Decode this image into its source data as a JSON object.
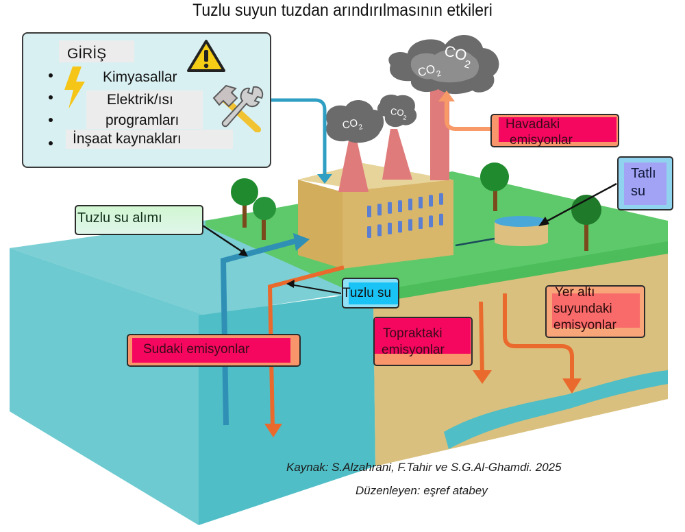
{
  "title": "Tuzlu suyun tuzdan arındırılmasının etkileri",
  "inputs_box": {
    "heading": "GİRİŞ",
    "items": [
      "Kimyasallar",
      "Elektrik/ısı",
      "programları",
      "İnşaat kaynakları"
    ],
    "icons": [
      "warning-icon",
      "lightning-icon",
      "hammer-icon",
      "wrench-icon"
    ]
  },
  "smoke_labels": [
    "CO2",
    "CO2",
    "CO2",
    "CO2"
  ],
  "labels": {
    "air_emissions": [
      "Havadaki",
      "emisyonlar"
    ],
    "fresh_water": [
      "Tatlı",
      "su"
    ],
    "saltwater_intake": "Tuzlu su alımı",
    "brine": "Tuzlu su",
    "water_emissions": "Sudaki emisyonlar",
    "soil_emissions": [
      "Topraktaki",
      "emisyonlar"
    ],
    "groundwater_emissions": [
      "Yer altı",
      "suyundaki",
      "emisyonlar"
    ]
  },
  "credits": {
    "source": "Kaynak: S.Alzahrani, F.Tahir ve S.G.Al-Ghamdi. 2025",
    "editor": "Düzenleyen: eşref atabey"
  },
  "colors": {
    "sea_top": "#7ccfd4",
    "sea_front": "#4fbec6",
    "grass": "#5ec96a",
    "soil": "#d9c07e",
    "factory": "#d8b66a",
    "stack": "#e07b7b",
    "smoke": "#6b6b6b",
    "intake_pipe": "#2f8fb5",
    "discharge_pipe": "#ea6a2e",
    "emission_label": "#f5075f",
    "emission_border_fill": "#f9956a",
    "fresh_water_label": "#a3a3f5",
    "fresh_water_border_fill": "#8fd3ef",
    "brine_label": "#19c3f5"
  }
}
